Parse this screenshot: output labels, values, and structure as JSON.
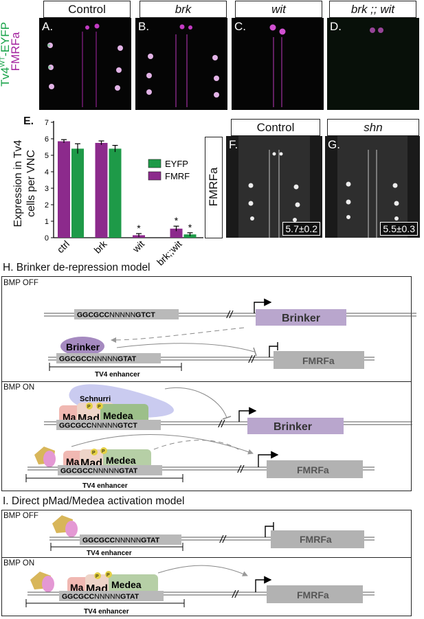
{
  "panel_top": {
    "titles": [
      {
        "text": "Control",
        "italic": false
      },
      {
        "text": "brk",
        "italic": true
      },
      {
        "text": "wit",
        "italic": true
      },
      {
        "text": "brk ;; wit",
        "italic": true
      }
    ],
    "letters": [
      "A.",
      "B.",
      "C.",
      "D."
    ],
    "side_label_green": "Tv4",
    "side_label_sup": "WT",
    "side_label_green2": "-EYFP",
    "side_label_magenta": "FMRFa"
  },
  "panel_e": {
    "letter": "E.",
    "ylabel_line1": "Expression in Tv4",
    "ylabel_line2": "cells per VNC",
    "star": "*"
  },
  "chart_data": {
    "type": "bar",
    "categories": [
      "ctrl",
      "brk",
      "wit",
      "brk;;wit"
    ],
    "ylim": [
      0,
      7
    ],
    "yticks": [
      "0",
      "1",
      "2",
      "3",
      "4",
      "5",
      "6",
      "7"
    ],
    "series": [
      {
        "name": "EYFP",
        "color": "#1e9a48",
        "values": [
          5.4,
          5.4,
          0,
          0.2
        ],
        "errors": [
          0.3,
          0.2,
          0,
          0.1
        ]
      },
      {
        "name": "FMRF",
        "color": "#8c2a8c",
        "values": [
          5.85,
          5.75,
          0.15,
          0.55
        ],
        "errors": [
          0.1,
          0.12,
          0.1,
          0.15
        ]
      }
    ],
    "significant": {
      "EYFP": [
        false,
        false,
        false,
        true
      ],
      "FMRF": [
        false,
        false,
        true,
        true
      ]
    }
  },
  "panel_fg": {
    "titles": [
      {
        "text": "Control",
        "italic": false
      },
      {
        "text": "shn",
        "italic": true
      }
    ],
    "letters": [
      "F.",
      "G."
    ],
    "values": [
      "5.7±0.2",
      "5.5±0.3"
    ],
    "side_label": "FMRFa"
  },
  "panel_h": {
    "title": "H. Brinker de-repression model",
    "bmp_off": "BMP OFF",
    "bmp_on": "BMP ON",
    "seq_gtct_bold1": "GGCGCC",
    "seq_mid": "NNNNN",
    "seq_gtct_bold2": "GTCT",
    "seq_gtat_bold2": "GTAT",
    "brinker": "Brinker",
    "fmrfa": "FMRFa",
    "enhancer": "TV4 enhancer",
    "schnurri": "Schnurri",
    "ma": "Ma",
    "mad": "Mad",
    "medea": "Medea",
    "p": "P"
  },
  "panel_i": {
    "title": "I.  Direct pMad/Medea activation model",
    "bmp_off": "BMP OFF",
    "bmp_on": "BMP ON"
  }
}
